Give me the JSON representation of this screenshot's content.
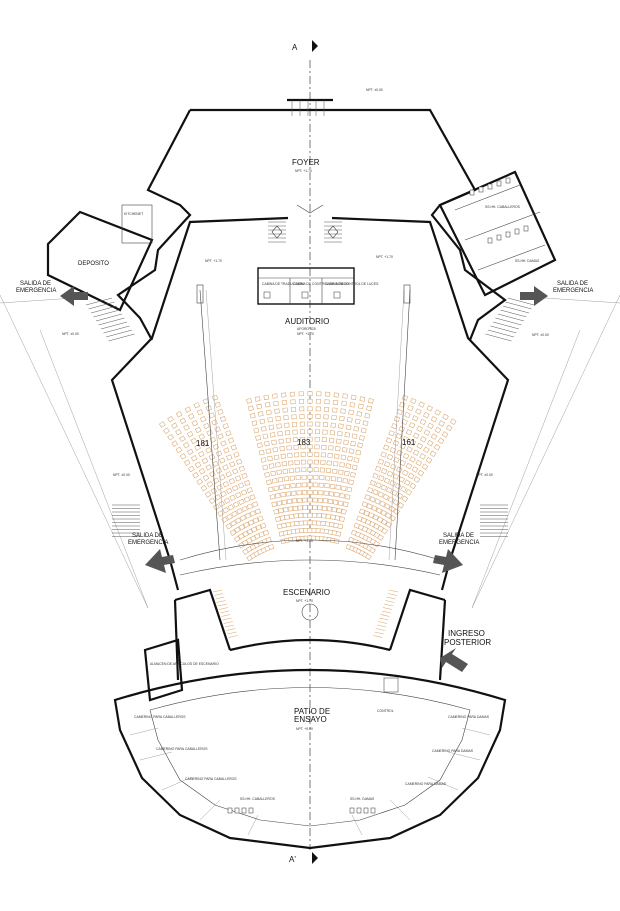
{
  "section_top": "A",
  "section_bottom": "A'",
  "foyer": {
    "label": "FOYER",
    "level": "NPT. +1.70"
  },
  "levels": {
    "top": "NPT. ±0.00",
    "mid_left": "NPT. +1.70",
    "mid_right": "NPT. +1.70",
    "wing_left": "NPT. ±0.00",
    "wing_right": "NPT. ±0.00",
    "aisle_left": "NPT. ±0.00",
    "aisle_right": "NPT. ±0.00",
    "front": "NPT. +1.20",
    "stage": "NPT. +1.70",
    "patio": "NPT. +0.00"
  },
  "rooms": {
    "deposito": "DEPOSITO",
    "kitchenet": "KITCHENET",
    "sshh_cab_top": "SS.HH. CABALLEROS",
    "sshh_dam_top": "SS.HH. DAMAS",
    "cabina_1": "CABINA DE TRADUCCION",
    "cabina_2": "CABINA DE CONTROL DE SONIDO",
    "cabina_3": "CABINA DE CONTROL DE LUCES",
    "almacen": "ALMACEN DE ARTICULOS DE ESCENARIO",
    "control": "CONTROL",
    "cam_cab_1": "CAMERINO PARA CABALLEROS",
    "cam_cab_2": "CAMERINO PARA CABALLEROS",
    "cam_cab_3": "CAMERINO PARA CABALLEROS",
    "sshh_cab_bot": "SS.HH. CABALLEROS",
    "sshh_dam_bot": "SS.HH. DAMAS",
    "cam_dam_1": "CAMERINO PARA DAMAS",
    "cam_dam_2": "CAMERINO PARA DAMAS",
    "cam_dam_3": "CAMERINO PARA DAMAS"
  },
  "auditorio": {
    "label": "AUDITORIO",
    "sub": "AFORO 525",
    "level": "NPT. +1.70"
  },
  "seat_counts": {
    "left": "181",
    "center": "183",
    "right": "161"
  },
  "exits": {
    "salida": "SALIDA DE",
    "emergencia": "EMERGENCIA"
  },
  "escenario": "ESCENARIO",
  "ingreso": {
    "line1": "INGRESO",
    "line2": "POSTERIOR"
  },
  "patio": {
    "line1": "PATIO DE",
    "line2": "ENSAYO"
  },
  "colors": {
    "seat": "#d9a56b",
    "wall": "#111111",
    "arrow": "#555555"
  }
}
